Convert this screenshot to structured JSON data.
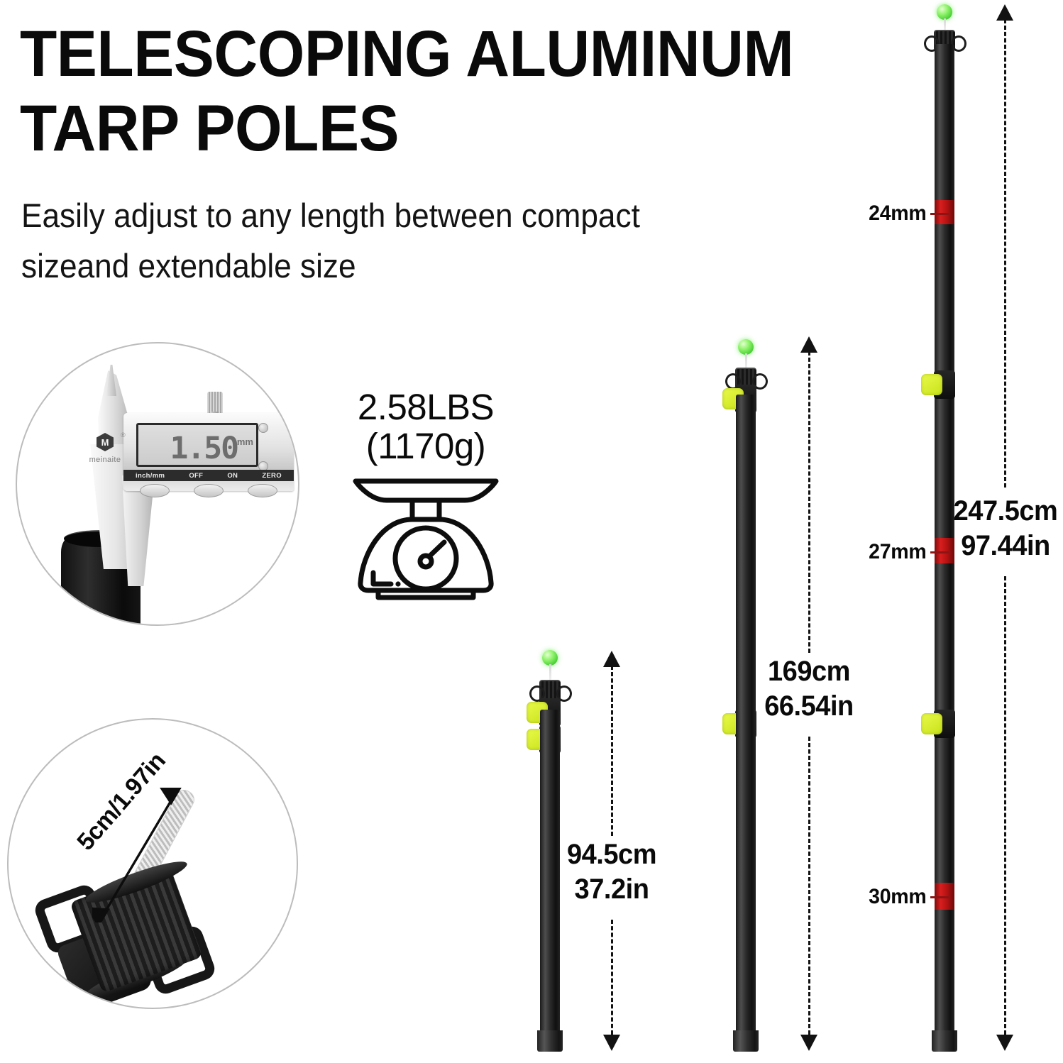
{
  "headline": {
    "title": "TELESCOPING ALUMINUM\nTARP POLES",
    "subtitle": "Easily adjust to any length between compact\nsizeand extendable size"
  },
  "callouts": {
    "caliper": {
      "name": "caliper-measurement",
      "display_value": "1.50",
      "display_unit": "mm",
      "brand": "meinaite",
      "registered_mark": "®",
      "logo_letter": "M",
      "buttons": [
        "inch/mm",
        "OFF",
        "ON",
        "ZERO"
      ]
    },
    "foot": {
      "name": "pole-foot-detail",
      "dimension_label": "5cm/1.97in"
    }
  },
  "weight": {
    "lbs": "2.58LBS",
    "grams": "(1170g)",
    "icon": "kitchen-scale-icon"
  },
  "poles": [
    {
      "id": "pole-short",
      "name": "collapsed-pole",
      "length_label": "94.5cm\n37.2in",
      "length_cm": 94.5,
      "length_in": 37.2,
      "clamps": 2,
      "diameter_callouts": []
    },
    {
      "id": "pole-medium",
      "name": "mid-extended-pole",
      "length_label": "169cm\n66.54in",
      "length_cm": 169,
      "length_in": 66.54,
      "clamps": 2,
      "diameter_callouts": []
    },
    {
      "id": "pole-tall",
      "name": "fully-extended-pole",
      "length_label": "247.5cm\n97.44in",
      "length_cm": 247.5,
      "length_in": 97.44,
      "clamps": 2,
      "diameter_callouts": [
        {
          "label": "24mm",
          "section": "top"
        },
        {
          "label": "27mm",
          "section": "middle"
        },
        {
          "label": "30mm",
          "section": "bottom"
        }
      ]
    }
  ],
  "colors": {
    "background": "#ffffff",
    "text": "#0a0a0a",
    "pole_black": "#2a2a2a",
    "clamp_yellow": "#d9ef28",
    "band_red": "#c81f1f",
    "glow_green": "#6ee34e",
    "circle_outline": "#bcbcbc"
  }
}
